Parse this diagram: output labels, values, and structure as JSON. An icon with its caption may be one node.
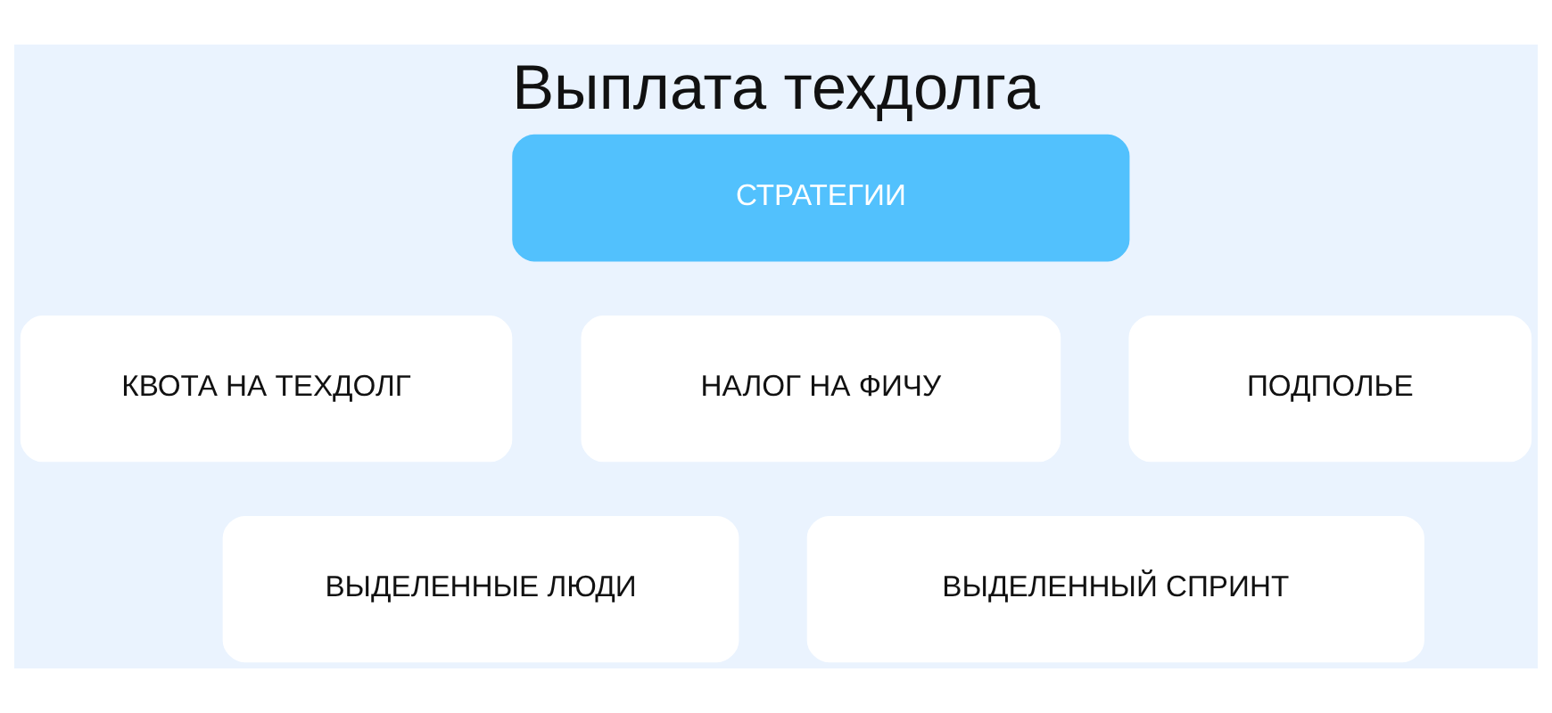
{
  "diagram": {
    "title": "Выплата техдолга",
    "nodes": [
      {
        "text": [
          "СТРАТЕГИИ"
        ]
      },
      {
        "text": [
          "КВОТА НА ТЕХДОЛГ"
        ]
      },
      {
        "text": [
          "НАЛОГ НА ФИЧУ"
        ]
      },
      {
        "text": [
          "ПОДПОЛЬЕ"
        ]
      },
      {
        "text": [
          "ВЫДЕЛЕННЫЕ ЛЮДИ"
        ]
      },
      {
        "text": [
          "ВЫДЕЛЕННЫЙ СПРИНТ"
        ]
      }
    ]
  }
}
